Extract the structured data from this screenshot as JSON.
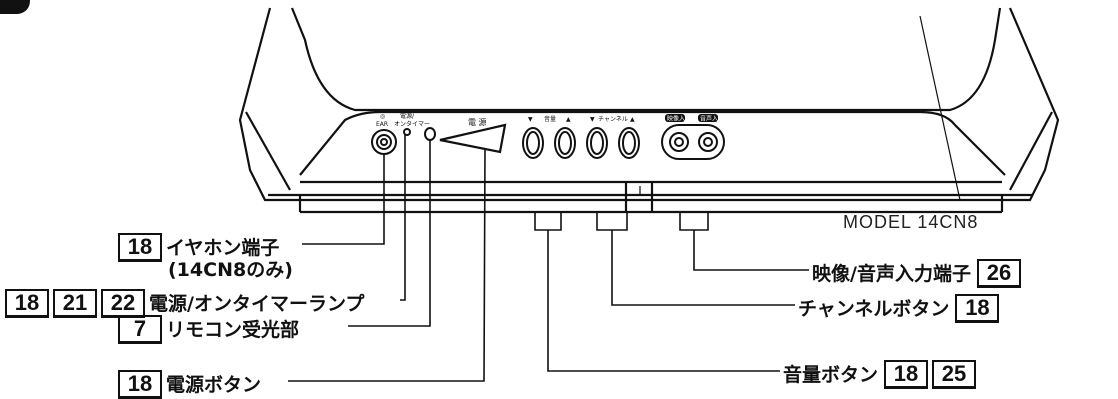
{
  "model": "MODEL 14CN8",
  "panel": {
    "ear_label": "EAR",
    "power_timer_label_1": "電源/",
    "power_timer_label_2": "オンタイマー",
    "power_label": "電 源",
    "volume_label": "音量",
    "channel_label": "チャンネル",
    "video_in_label": "映像入力",
    "audio_in_label": "音声入力"
  },
  "callouts": {
    "earphone": {
      "pages": [
        "18"
      ],
      "text": "イヤホン端子",
      "note": "(14CN8のみ)"
    },
    "power_lamp": {
      "pages": [
        "18",
        "21",
        "22"
      ],
      "text": "電源/オンタイマーランプ"
    },
    "remote_sensor": {
      "pages": [
        "7"
      ],
      "text": "リモコン受光部"
    },
    "power_button": {
      "pages": [
        "18"
      ],
      "text": "電源ボタン"
    },
    "av_input": {
      "pages": [
        "26"
      ],
      "text": "映像/音声入力端子"
    },
    "channel_button": {
      "pages": [
        "18"
      ],
      "text": "チャンネルボタン"
    },
    "volume_button": {
      "pages": [
        "18",
        "25"
      ],
      "text": "音量ボタン"
    }
  }
}
